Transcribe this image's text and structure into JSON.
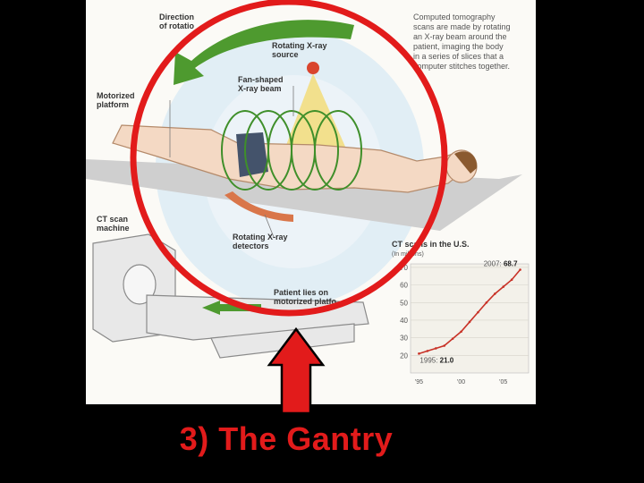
{
  "labels": {
    "direction_of_rotation": "Direction\nof rotatio",
    "rotating_source": "Rotating X-ray\nsource",
    "fan_beam": "Fan-shaped\nX-ray beam",
    "motorized_platform": "Motorized\nplatform",
    "ct_scan_machine": "CT scan\nmachine",
    "rotating_detectors": "Rotating X-ray\ndetectors",
    "patient_lies": "Patient lies on\nmotorized platfo",
    "description": "Computed tomography\nscans are made by rotating\nan X-ray beam around the\npatient, imaging the body\nin a series of slices that a\ncomputer stitches together."
  },
  "caption": "3) The Gantry",
  "colors": {
    "highlight_red": "#e21b1b",
    "arrow_green": "#4e9a2f",
    "chart_line": "#c83227"
  },
  "chart_data": {
    "type": "line",
    "title": "CT scans in the U.S.",
    "subtitle": "(In millions)",
    "x": [
      1995,
      1996,
      1997,
      1998,
      1999,
      2000,
      2001,
      2002,
      2003,
      2004,
      2005,
      2006,
      2007
    ],
    "values": [
      21.0,
      22.5,
      24.0,
      25.5,
      29.5,
      33.5,
      39.0,
      44.5,
      50.0,
      55.0,
      59.0,
      63.0,
      68.7
    ],
    "xlim": [
      1994,
      2008
    ],
    "ylim": [
      10,
      72
    ],
    "yticks": [
      "20",
      "30",
      "40",
      "50",
      "60",
      "70"
    ],
    "xticks": [
      "'95",
      "'00",
      "'05"
    ],
    "annotations": [
      {
        "label": "2007:",
        "value": "68.7"
      },
      {
        "label": "1995:",
        "value": "21.0"
      }
    ],
    "grid": true
  }
}
